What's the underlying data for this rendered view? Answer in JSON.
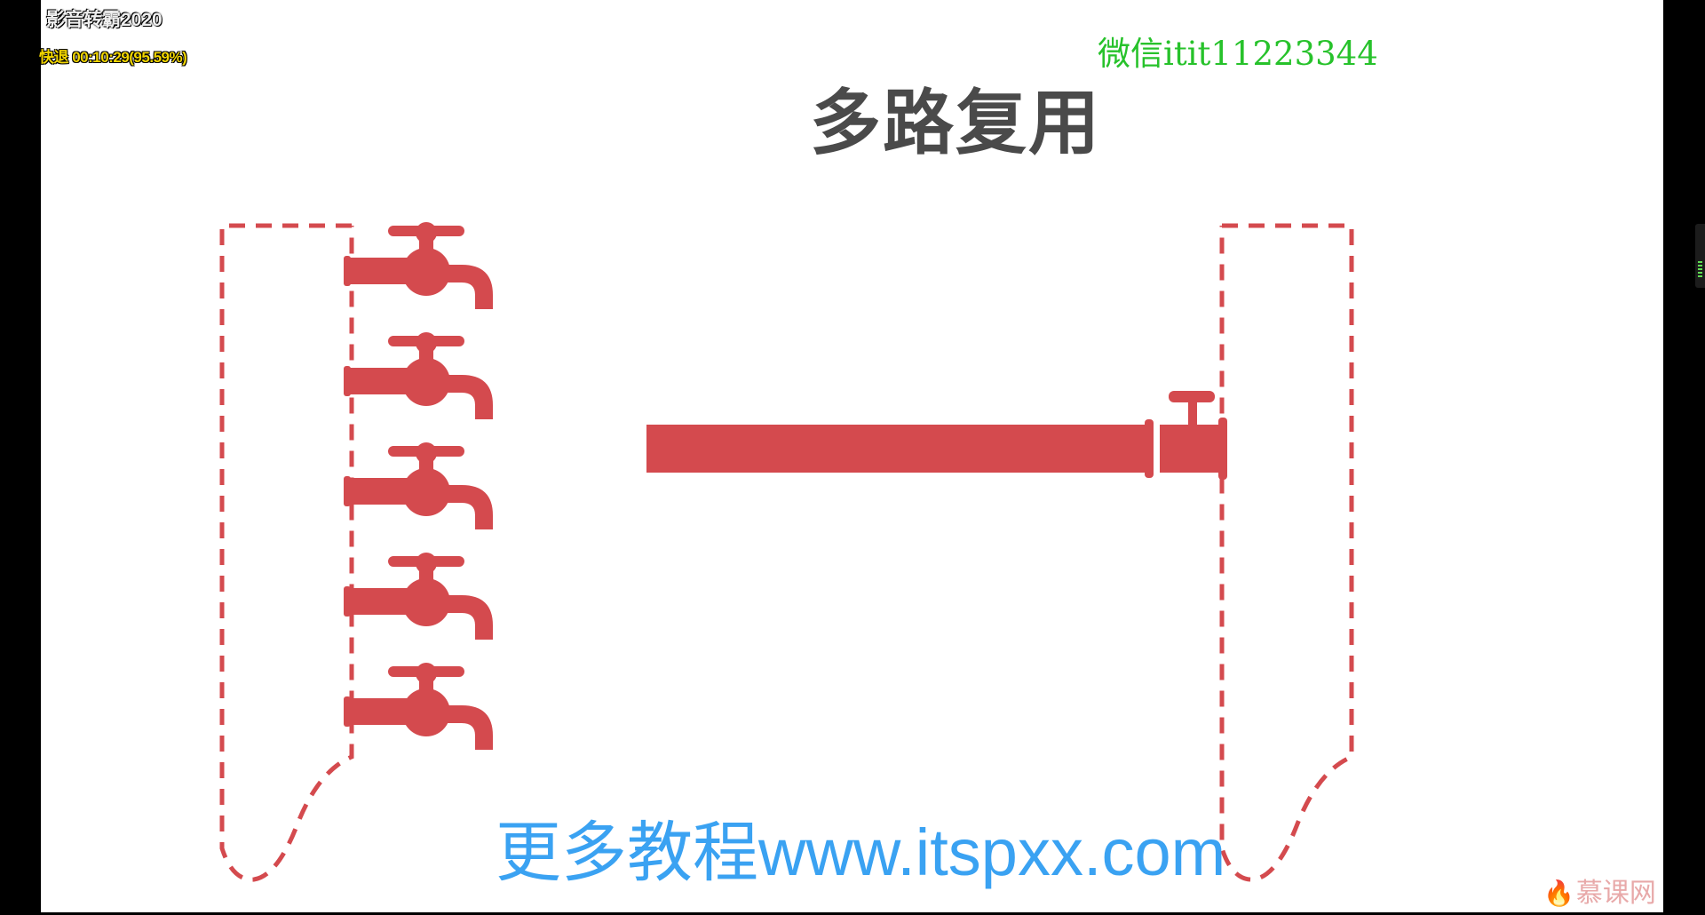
{
  "overlay": {
    "app_name": "影音转霸2020",
    "rewind_status": "快退 00:10:29(95.59%)"
  },
  "slide": {
    "wechat_text": "微信itit11223344",
    "title": "多路复用",
    "watermark": "更多教程www.itspxx.com",
    "logo_text": "慕课网"
  },
  "colors": {
    "accent_red": "#d44a4e",
    "title_gray": "#4a4a4a",
    "wechat_green": "#27c22b",
    "watermark_blue": "#3aa2f2"
  },
  "icons": {
    "faucet": "faucet-icon",
    "flame": "flame-icon"
  }
}
